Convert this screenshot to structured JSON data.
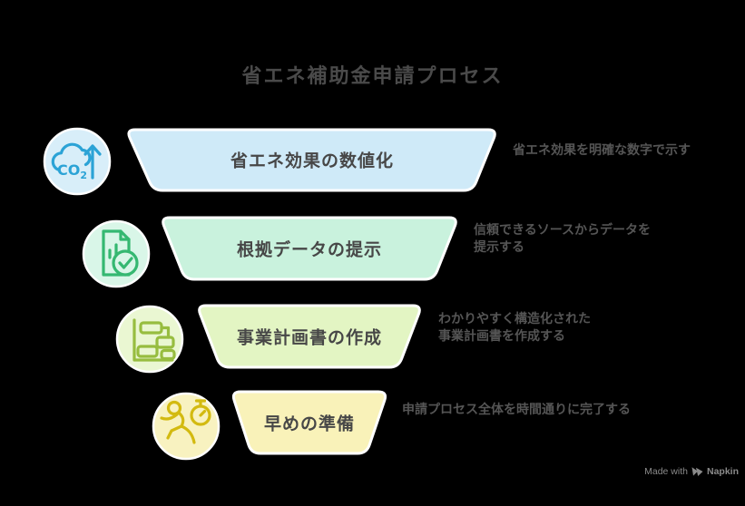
{
  "title": "省エネ補助金申請プロセス",
  "steps": [
    {
      "label": "省エネ効果の数値化",
      "description_lines": [
        "省エネ効果を明確な数字で示す"
      ],
      "trapezoid_fill": "#cfeaf8",
      "circle_fill": "#d8eef9",
      "icon_color": "#2ba3d6",
      "icon": "co2-cloud-up-arrow-icon",
      "icon_text": "CO",
      "icon_text_sub": "2"
    },
    {
      "label": "根拠データの提示",
      "description_lines": [
        "信頼できるソースからデータを",
        "提示する"
      ],
      "trapezoid_fill": "#c9f2dd",
      "circle_fill": "#d9f6e8",
      "icon_color": "#35b871",
      "icon": "document-check-icon"
    },
    {
      "label": "事業計画書の作成",
      "description_lines": [
        "わかりやすく構造化された",
        "事業計画書を作成する"
      ],
      "trapezoid_fill": "#e3f5c3",
      "circle_fill": "#eaf7d2",
      "icon_color": "#97bd3f",
      "icon": "gantt-chart-icon"
    },
    {
      "label": "早めの準備",
      "description_lines": [
        "申請プロセス全体を時間通りに完了する"
      ],
      "trapezoid_fill": "#f9f2b9",
      "circle_fill": "#f8f2c0",
      "icon_color": "#d3ba10",
      "icon": "runner-stopwatch-icon"
    }
  ],
  "colors": {
    "background": "#000000",
    "title_text": "#4a4a4a",
    "step_label_text": "#474747",
    "description_text": "#555555",
    "shape_border": "#ffffff",
    "watermark_text": "#8a8a8a"
  },
  "watermark": {
    "prefix": "Made with",
    "brand": "Napkin"
  }
}
